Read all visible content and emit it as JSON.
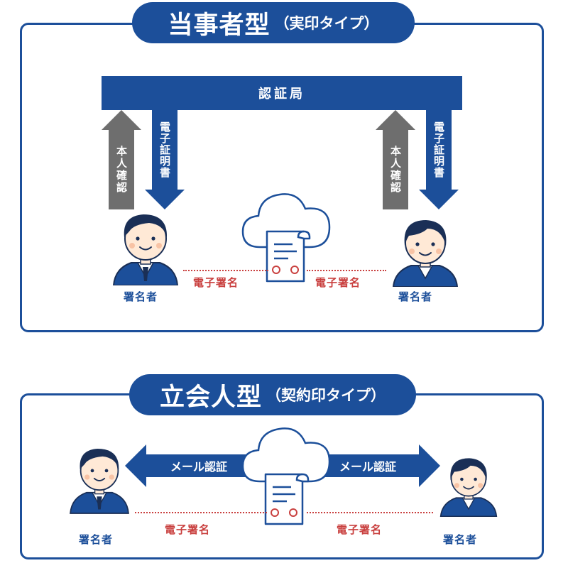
{
  "panel1": {
    "title_main": "当事者型",
    "title_sub": "（実印タイプ）",
    "ca_label": "認証局",
    "identity_arrow_label": "本人確認",
    "certificate_arrow_label": "電子証明書",
    "left_signer_label": "署名者",
    "right_signer_label": "署名者",
    "left_signature_label": "電子署名",
    "right_signature_label": "電子署名"
  },
  "panel2": {
    "title_main": "立会人型",
    "title_sub": "（契約印タイプ）",
    "left_arrow_label": "メール認証",
    "right_arrow_label": "メール認証",
    "left_signer_label": "署名者",
    "right_signer_label": "署名者",
    "left_signature_label": "電子署名",
    "right_signature_label": "電子署名"
  },
  "colors": {
    "primary_blue": "#1c4f9a",
    "gray_arrow": "#6e6e6e",
    "signature_red": "#c9403f"
  }
}
